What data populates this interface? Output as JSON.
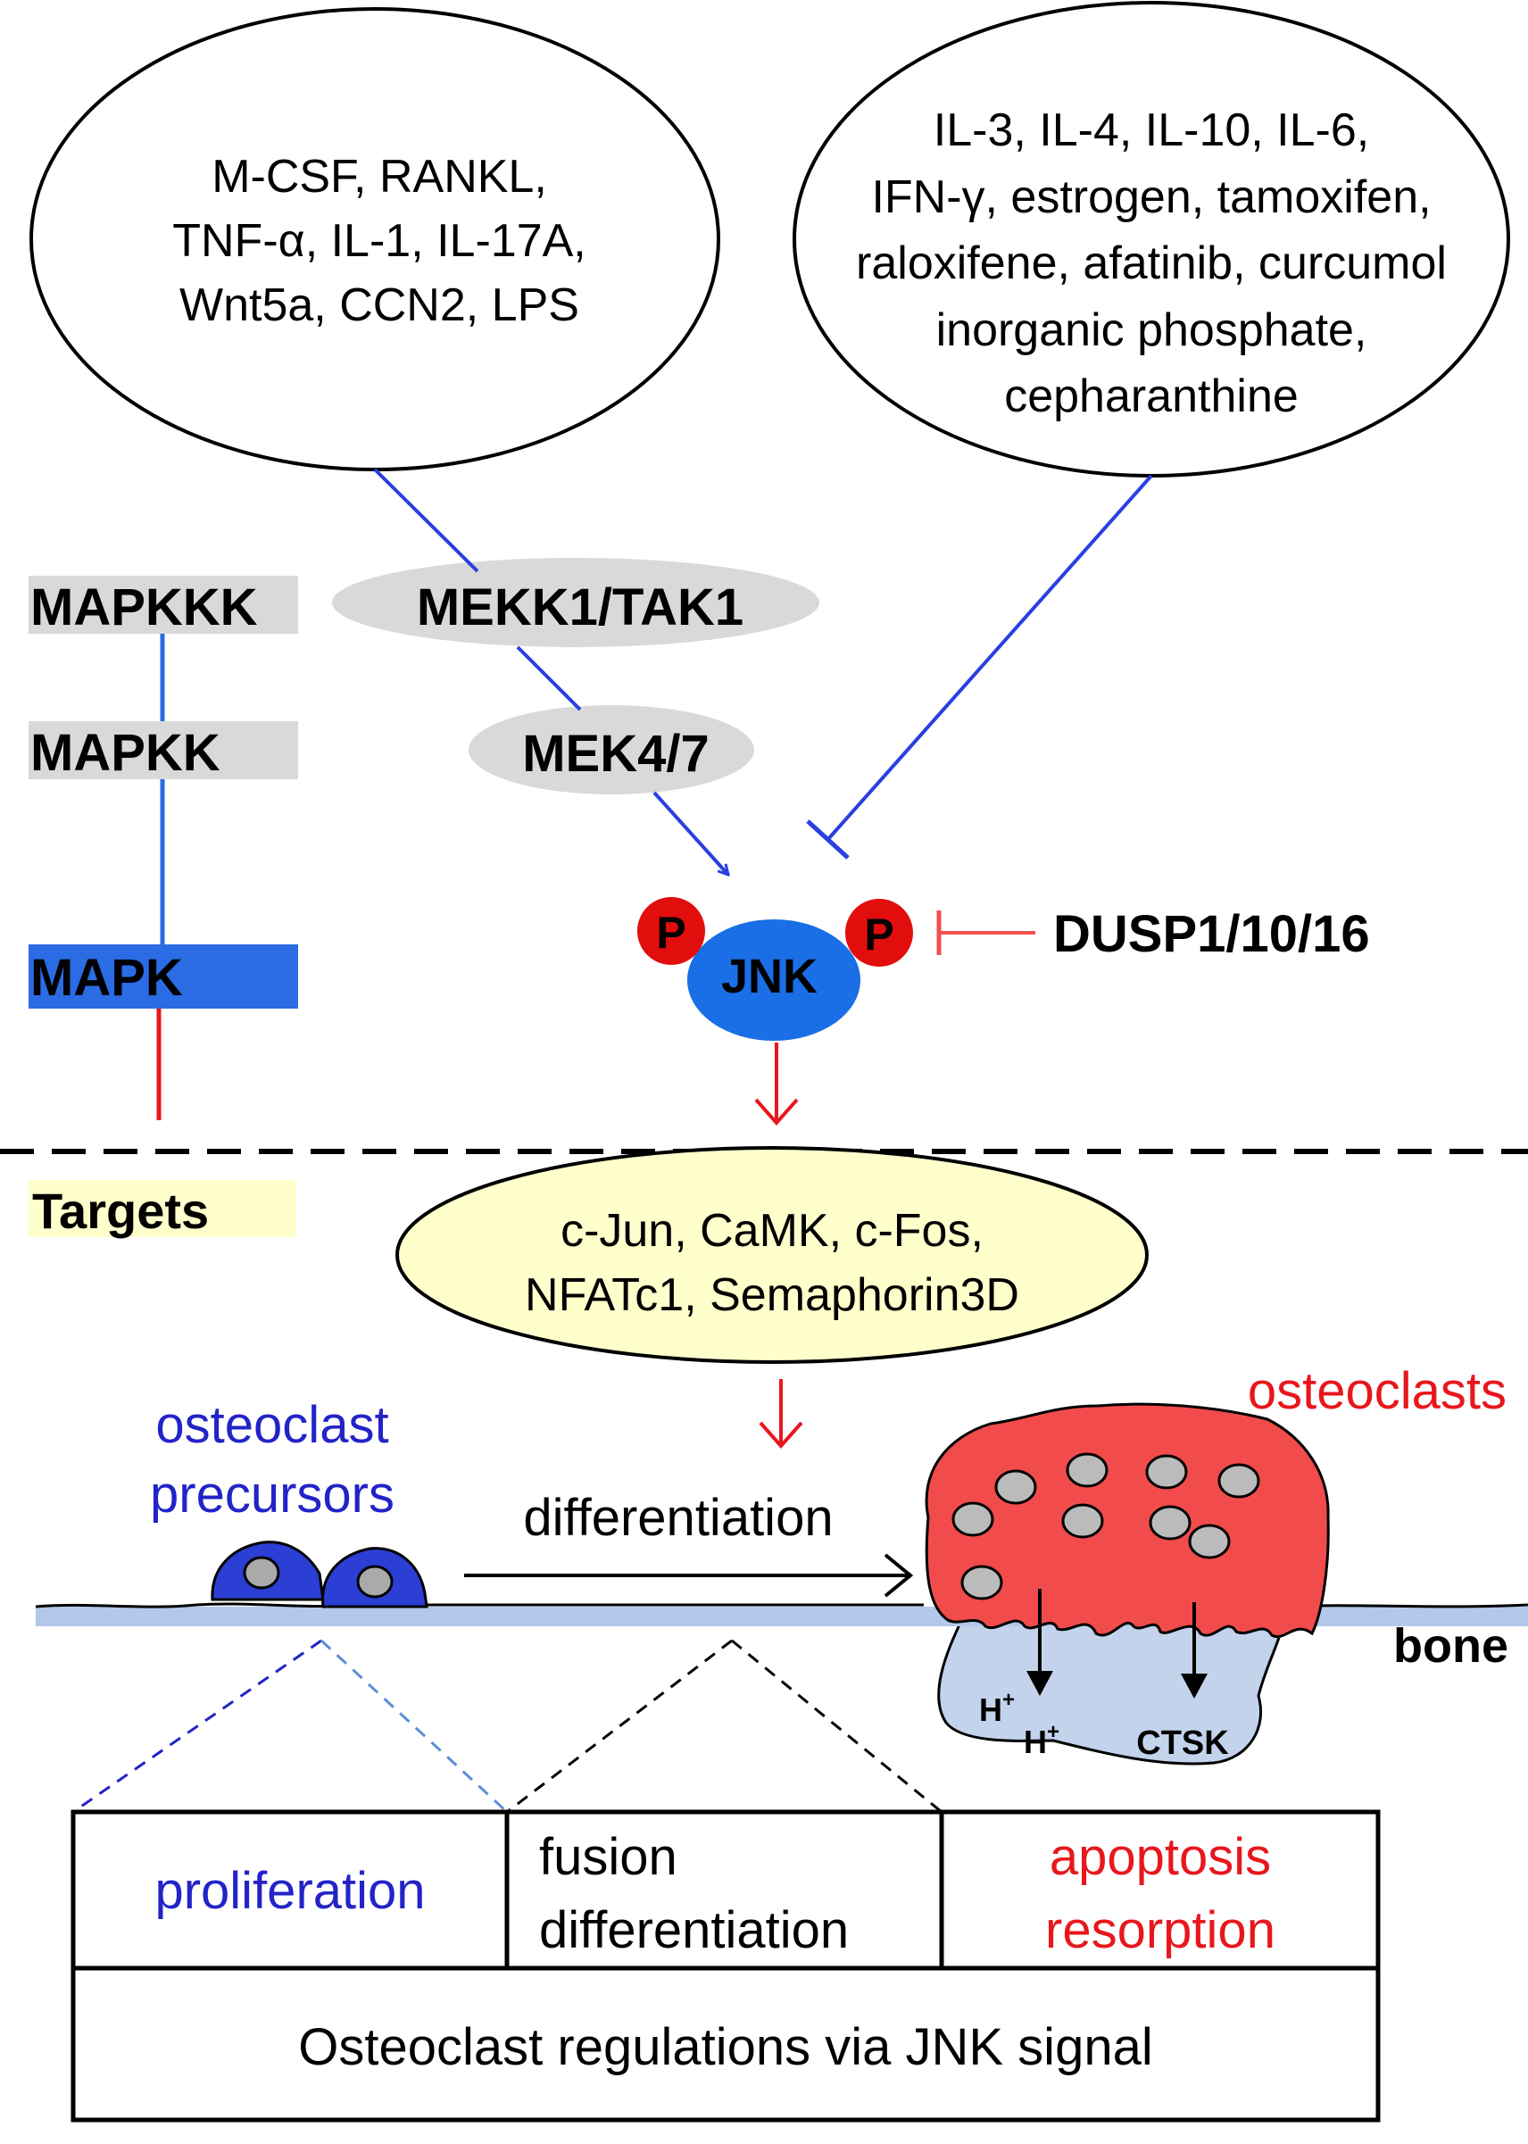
{
  "activators": [
    "M-CSF, RANKL,",
    "TNF-α, IL-1, IL-17A,",
    "Wnt5a, CCN2, LPS"
  ],
  "inhibitors": [
    "IL-3, IL-4, IL-10, IL-6,",
    "IFN-γ, estrogen, tamoxifen,",
    "raloxifene, afatinib, curcumol",
    "inorganic phosphate,",
    "cepharanthine"
  ],
  "legend": {
    "mapkkk": "MAPKKK",
    "mapkk": "MAPKK",
    "mapk": "MAPK",
    "targets": "Targets"
  },
  "kinases": {
    "mapkkk": "MEKK1/TAK1",
    "mapkk": "MEK4/7",
    "mapk": "JNK",
    "phospho": "P",
    "phosphatase": "DUSP1/10/16"
  },
  "target_genes": [
    "c-Jun, CaMK, c-Fos,",
    "NFATc1, Semaphorin3D"
  ],
  "cells": {
    "precursors": [
      "osteoclast",
      "precursors"
    ],
    "differentiation": "differentiation",
    "osteoclasts": "osteoclasts",
    "bone": "bone",
    "h1": "H",
    "h2": "H",
    "plus": "+",
    "ctsk": "CTSK"
  },
  "table": {
    "col1": "proliferation",
    "col2": [
      "fusion",
      "differentiation"
    ],
    "col3": [
      "apoptosis",
      "resorption"
    ],
    "footer": "Osteoclast regulations via JNK signal"
  },
  "colors": {
    "blue_text": "#2323c8",
    "red_text": "#e8171d",
    "mapk_blue": "#2b6be4",
    "jnk_blue": "#1a6ee6",
    "phospho_red": "#e20d0d",
    "grey": "#d9d9d9",
    "targets_yellow": "#ffffcc",
    "osteoclast_red": "#f24b4b",
    "bone_blue": "#c3d3ec"
  }
}
